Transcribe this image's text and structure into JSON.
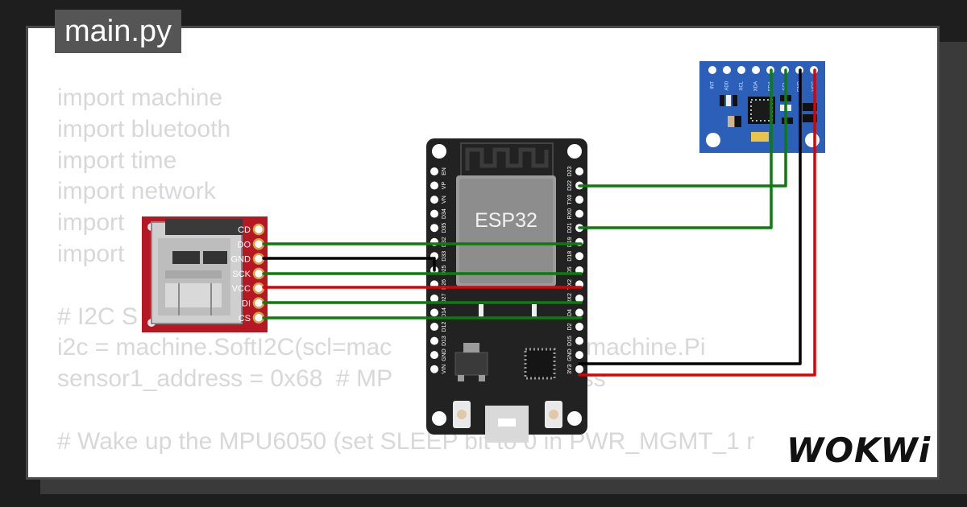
{
  "editor": {
    "filename": "main.py",
    "code_lines": [
      "import machine",
      "import bluetooth",
      "import time",
      "import network",
      "import",
      "import",
      "",
      "# I2C S",
      "i2c = machine.SoftI2C(scl=mac                   , sda=machine.Pi",
      "sensor1_address = 0x68  # MP                     ddress",
      "",
      "# Wake up the MPU6050 (set SLEEP bit to 0 in PWR_MGMT_1 r"
    ]
  },
  "esp32": {
    "label": "ESP32",
    "left_pins": [
      "EN",
      "VP",
      "VN",
      "D34",
      "D35",
      "D32",
      "D33",
      "D25",
      "D26",
      "D27",
      "D14",
      "D12",
      "D13",
      "GND",
      "VIN"
    ],
    "right_pins": [
      "D23",
      "D22",
      "TX0",
      "RX0",
      "D21",
      "D19",
      "D18",
      "D5",
      "TX2",
      "RX2",
      "D4",
      "D2",
      "D15",
      "GND",
      "3V3"
    ]
  },
  "sd_card": {
    "pins": [
      "CD",
      "DO",
      "GND",
      "SCK",
      "VCC",
      "DI",
      "CS"
    ]
  },
  "mpu6050": {
    "pins": [
      "INT",
      "AD0",
      "XCL",
      "XDA",
      "SDA",
      "SCL",
      "GND",
      "VCC"
    ]
  },
  "brand": "WOKWi",
  "colors": {
    "wire_green": "#0a7d0a",
    "wire_red": "#e00000",
    "wire_black": "#000000",
    "sd_board": "#b51822",
    "mpu_board": "#2c5fb8",
    "esp_board": "#222222"
  }
}
